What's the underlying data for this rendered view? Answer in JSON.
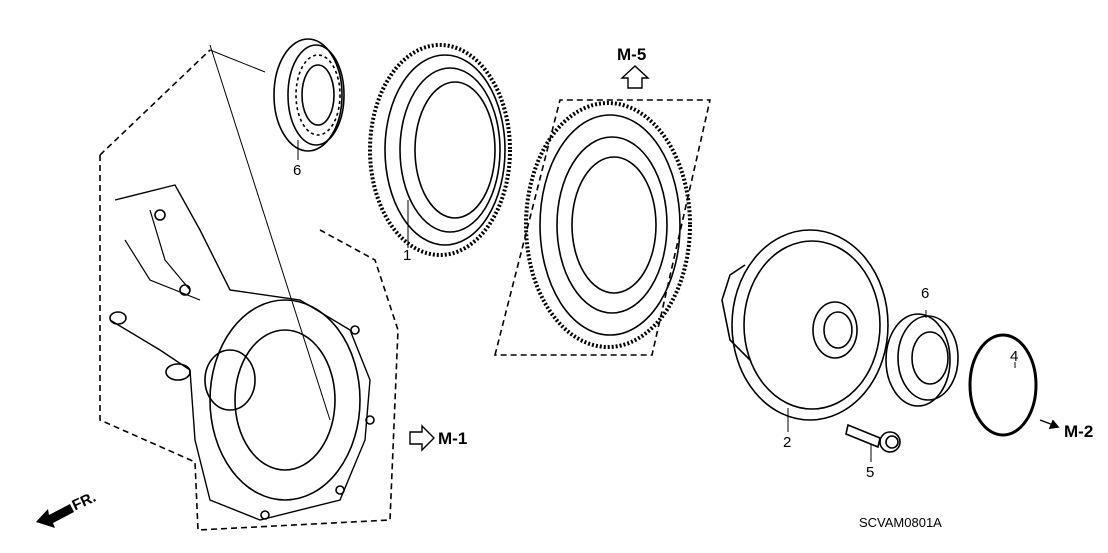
{
  "diagram": {
    "callouts": [
      {
        "id": "bearing-top",
        "number": "6"
      },
      {
        "id": "final-driven-gear",
        "number": "1"
      },
      {
        "id": "differential-assembly",
        "number": "2"
      },
      {
        "id": "bearing-right",
        "number": "6"
      },
      {
        "id": "snap-ring",
        "number": "4"
      },
      {
        "id": "flange-bolt",
        "number": "5"
      }
    ],
    "references": {
      "m5": "M-5",
      "m1": "M-1",
      "m2": "M-2"
    },
    "direction": "FR.",
    "diagram_code": "SCVAM0801A"
  }
}
